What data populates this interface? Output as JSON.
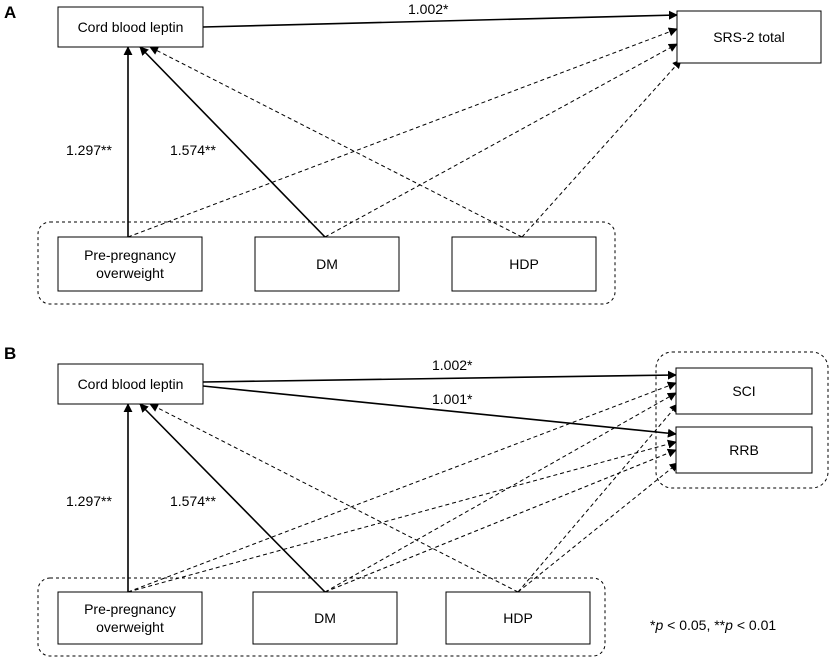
{
  "panels": {
    "a": {
      "label": "A",
      "nodes": {
        "leptin": "Cord blood leptin",
        "outcome": "SRS-2 total",
        "overweight_line1": "Pre-pregnancy",
        "overweight_line2": "overweight",
        "dm": "DM",
        "hdp": "HDP"
      },
      "coefficients": {
        "leptin_to_outcome": "1.002*",
        "overweight_to_leptin": "1.297**",
        "dm_to_leptin": "1.574**"
      }
    },
    "b": {
      "label": "B",
      "nodes": {
        "leptin": "Cord blood leptin",
        "sci": "SCI",
        "rrb": "RRB",
        "overweight_line1": "Pre-pregnancy",
        "overweight_line2": "overweight",
        "dm": "DM",
        "hdp": "HDP"
      },
      "coefficients": {
        "leptin_to_sci": "1.002*",
        "leptin_to_rrb": "1.001*",
        "overweight_to_leptin": "1.297**",
        "dm_to_leptin": "1.574**"
      }
    }
  },
  "legend": {
    "p1_symbol": "*",
    "p1_var": "p",
    "p1_rest": " < 0.05, ",
    "p2_symbol": "**",
    "p2_var": "p",
    "p2_rest": " < 0.01"
  }
}
